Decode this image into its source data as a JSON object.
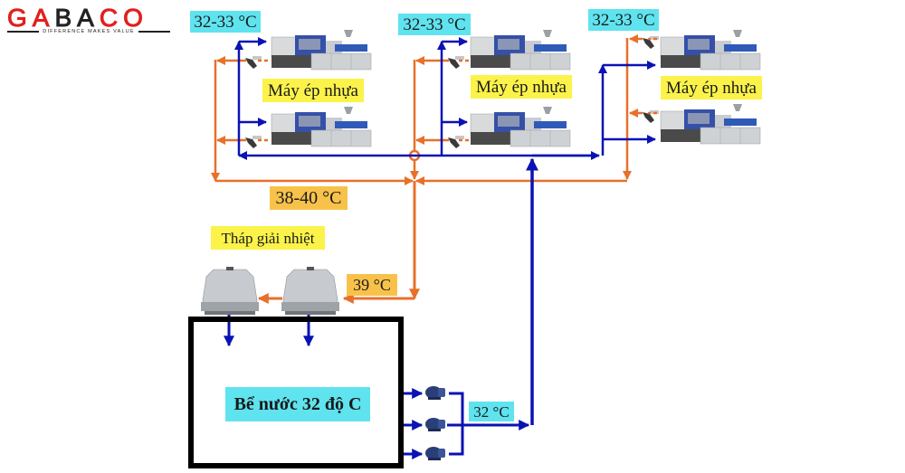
{
  "logo": {
    "brand_letters": [
      "G",
      "A",
      "B",
      "A",
      "C",
      "O"
    ],
    "tagline": "DIFFERENCE MAKES VALUE"
  },
  "colors": {
    "cold_pipe": "#0a12b4",
    "hot_pipe": "#e8702a",
    "temp_label_cold_bg": "#5fe3ef",
    "machine_label_bg": "#fbf34a",
    "temp_label_hot_bg": "#f8c24a",
    "logo_red": "#e0201e"
  },
  "machine_groups": [
    {
      "supply_temp": "32-33 °C",
      "label": "Máy ép nhựa",
      "machines": 2
    },
    {
      "supply_temp": "32-33 °C",
      "label": "Máy ép nhựa",
      "machines": 2
    },
    {
      "supply_temp": "32-33 °C",
      "label": "Máy ép nhựa",
      "machines": 2
    }
  ],
  "return_temp": "38-40 °C",
  "cooling_tower": {
    "label": "Tháp giải nhiệt",
    "inlet_temp": "39 °C",
    "units": 2
  },
  "tank": {
    "label": "Bể nước  32 độ C"
  },
  "pumps": {
    "count": 3,
    "outlet_temp": "32 °C"
  },
  "icons": {
    "machine": "injection-molding-machine",
    "valve": "valve",
    "tower": "cooling-tower",
    "pump": "water-pump"
  }
}
